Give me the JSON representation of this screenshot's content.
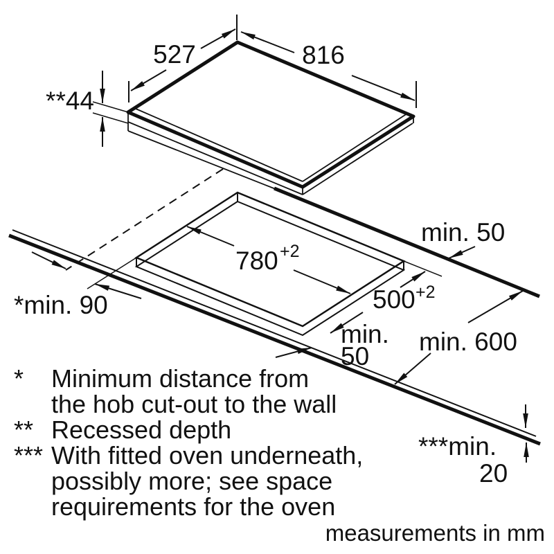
{
  "diagram": {
    "hob": {
      "width": "816",
      "depth": "527",
      "recessed_depth": "**44"
    },
    "cutout": {
      "length": "780",
      "length_tolerance": "+2",
      "width": "500",
      "width_tolerance": "+2"
    },
    "clearances": {
      "cutout_to_rear_edge": "min. 50",
      "cutout_to_front_line1": "min.",
      "cutout_to_front_line2": "50",
      "worktop_depth": "min. 600",
      "cutout_to_wall": "*min. 90",
      "oven_clearance_label": "***min.",
      "oven_clearance_value": "20"
    },
    "units_note": "measurements in mm"
  },
  "footnotes": [
    {
      "marker": "*",
      "lines": [
        "Minimum distance from",
        "the hob cut-out to the wall"
      ]
    },
    {
      "marker": "**",
      "lines": [
        "Recessed depth"
      ]
    },
    {
      "marker": "***",
      "lines": [
        "With fitted oven underneath,",
        "possibly more; see space",
        "requirements for the oven"
      ]
    }
  ],
  "colors": {
    "line": "#111111",
    "background": "#ffffff"
  }
}
